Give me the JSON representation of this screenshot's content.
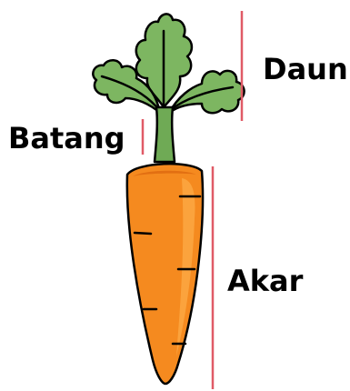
{
  "diagram": {
    "labels": {
      "leaves": "Daun",
      "stem": "Batang",
      "root": "Akar"
    },
    "parts": {
      "leaves": "leaves",
      "stem": "stem",
      "root": "root"
    }
  },
  "colors": {
    "leaf_fill": "#7DB661",
    "leaf_dark": "#5E9A45",
    "stem_fill": "#6FAA55",
    "carrot_fill": "#F58A1F",
    "carrot_highlight": "#FBA33D",
    "carrot_shadow": "#E26F12",
    "outline": "#000000",
    "marker_line": "#E05A66"
  }
}
